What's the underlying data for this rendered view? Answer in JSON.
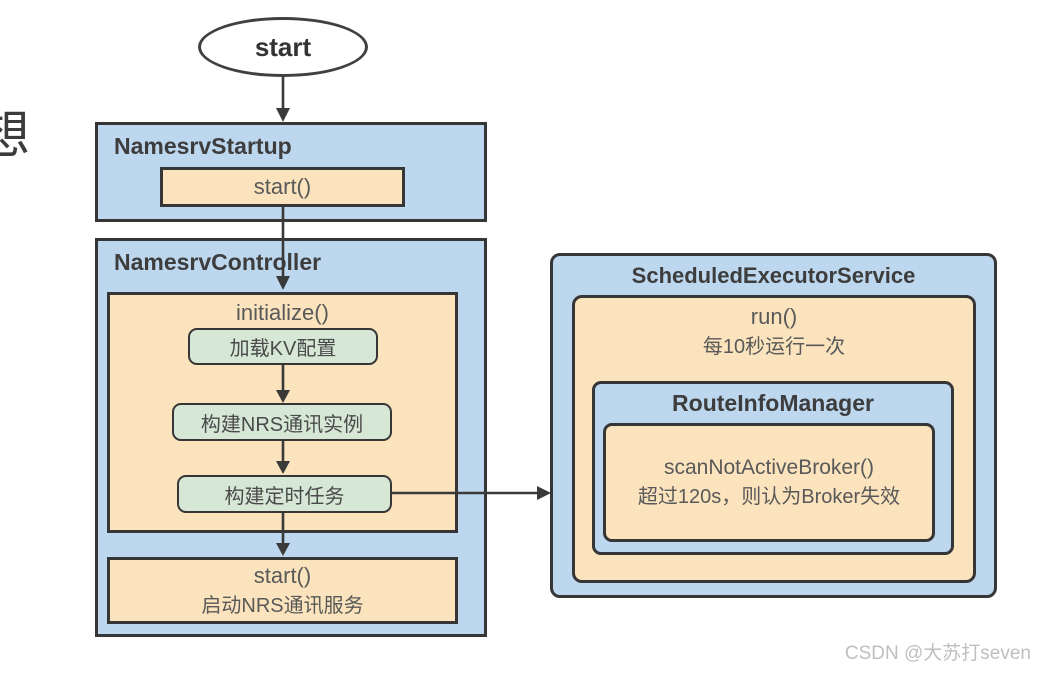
{
  "canvas": {
    "left_partial_char": "想",
    "watermark": "CSDN @大苏打seven"
  },
  "flow": {
    "start_node": {
      "label": "start"
    },
    "namesrv_startup": {
      "title": "NamesrvStartup",
      "start_method_label": "start()"
    },
    "namesrv_controller": {
      "title": "NamesrvController",
      "initialize_label": "initialize()",
      "steps": [
        {
          "label": "加载KV配置"
        },
        {
          "label": "构建NRS通讯实例"
        },
        {
          "label": "构建定时任务"
        }
      ],
      "start_method_label": "start()",
      "start_method_sub": "启动NRS通讯服务"
    },
    "scheduled_executor": {
      "title": "ScheduledExecutorService",
      "run_label": "run()",
      "run_sub": "每10秒运行一次",
      "route_info_manager": {
        "title": "RouteInfoManager",
        "scan_label": "scanNotActiveBroker()",
        "scan_sub": "超过120s，则认为Broker失效"
      }
    }
  },
  "colors": {
    "container_fill": "#BDD7EE",
    "method_fill": "#FAE3BD",
    "step_fill": "#D6E8D5",
    "border": "#363636",
    "arrow": "#3A3A3A",
    "watermark_text": "#BFBFBF"
  }
}
